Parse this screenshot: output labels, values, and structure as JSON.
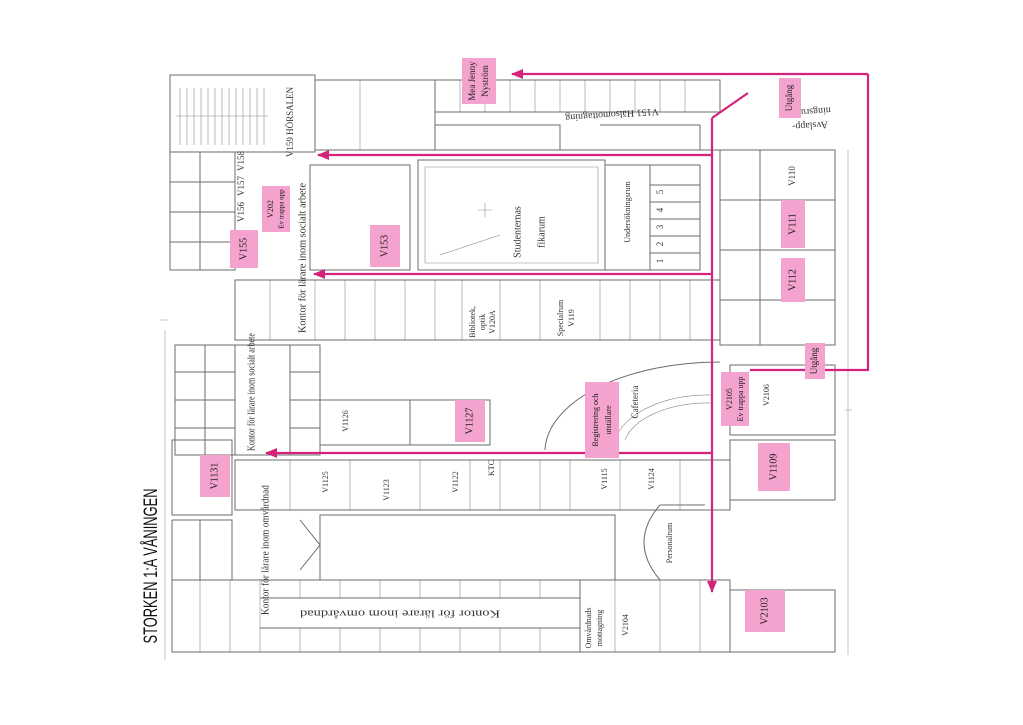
{
  "title": "STORKEN 1:A VÅNINGEN",
  "colors": {
    "arrow": "#d4237a",
    "label_fill": "#f4a3cf",
    "wall": "#6b6b6b",
    "text": "#333333"
  },
  "pink_labels": {
    "jenny_1": "Mea Jenny",
    "jenny_2": "Nyström",
    "exit_top": "Utgång",
    "v111": "V111",
    "v112": "V112",
    "exit_right": "Utgång",
    "stair_right_1": "V2105",
    "stair_right_2": "Ev trappa upp",
    "v1109": "V1109",
    "v2103": "V2103",
    "registration_1": "Registrering och",
    "registration_2": "utställare",
    "v1127": "V1127",
    "v1131": "V1131",
    "v153": "V153",
    "v155": "V155",
    "stair_left_1": "V202",
    "stair_left_2": "Ev trappa upp"
  },
  "rooms": {
    "horsalen": "V159 HÖRSALEN",
    "halsomottagning": "V151 Hälsomottagning",
    "avslapp_1": "Avslapp-",
    "avslapp_2": "ningsrum",
    "v110": "V110",
    "cafeteria": "Cafeteria",
    "v2106": "V2106",
    "v1115": "V1115",
    "v1124": "V1124",
    "personalrum": "Personalrum",
    "omvardnad_1": "Omvårdnads",
    "omvardnad_2": "mottagning",
    "v2104": "V2104",
    "kontor_omv_bottom": "Kontor för lärare inom omvårdnad",
    "kontor_omv_left": "Kontor för lärare inom omvårdnad",
    "kontor_soc_mid": "Kontor för lärare inom socialt arbete",
    "kontor_soc_upper": "Kontor för lärare inom socialt arbete",
    "v1125": "V1125",
    "v1123": "V1123",
    "v1122": "V1122",
    "v1126": "V1126",
    "ktc": "KTC",
    "bibliotek": "Bibliotek,",
    "optik": "optik",
    "v120a": "V120A",
    "specialrum": "Specialrum",
    "v119": "V119",
    "studenternas": "Studenternas",
    "fikarum": "fikarum",
    "undersokning": "Undersökningsrum",
    "exam_numbers": [
      "5",
      "4",
      "3",
      "2",
      "1"
    ],
    "v156": "V156",
    "v157": "V157",
    "v158": "V158"
  }
}
